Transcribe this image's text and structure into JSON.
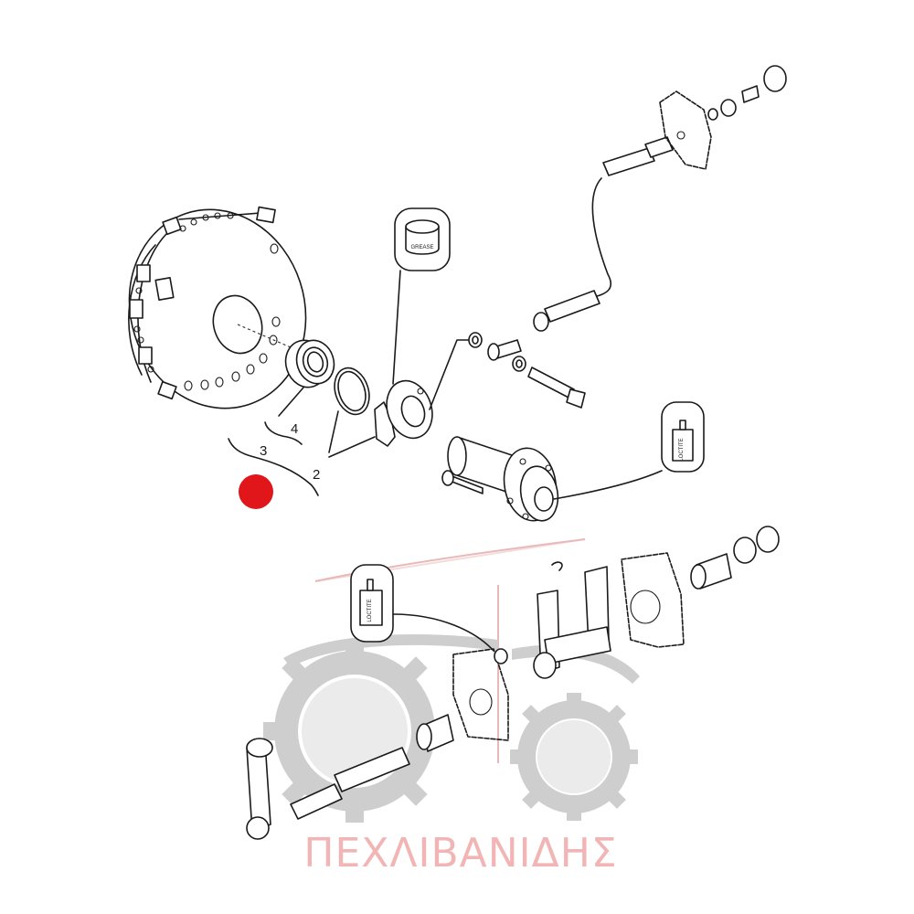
{
  "callouts": {
    "c2": "2",
    "c3": "3",
    "c4": "4"
  },
  "labels": {
    "grease": "GREASE",
    "loctite_a": "LOCTITE",
    "loctite_b": "LOCTITE"
  },
  "watermark": {
    "text": "ΠΕΧΛΙΒΑΝΙΔΗΣ"
  },
  "colors": {
    "marker": "#e0161b",
    "watermark_text": "#f2b5b5",
    "watermark_shape": "#c9c9c9"
  }
}
